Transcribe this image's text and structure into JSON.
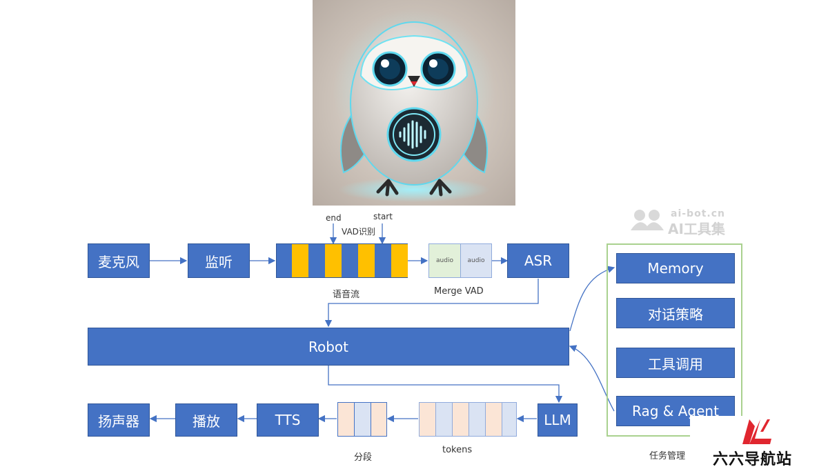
{
  "diagram": {
    "mic": "麦克风",
    "listen": "监听",
    "vad_end": "end",
    "vad_start": "start",
    "vad_title": "VAD识别",
    "stream_caption": "语音流",
    "merge_cells": [
      "audio",
      "audio"
    ],
    "merge_caption": "Merge VAD",
    "asr": "ASR",
    "robot": "Robot",
    "llm": "LLM",
    "tokens_caption": "tokens",
    "segment_caption": "分段",
    "tts": "TTS",
    "play": "播放",
    "speaker": "扬声器",
    "tasks": [
      "Memory",
      "对话策略",
      "工具调用",
      "Rag & Agent"
    ],
    "task_caption": "任务管理"
  },
  "watermarks": {
    "aibot_url": "ai-bot.cn",
    "aibot_name": "AI工具集",
    "site_name": "六六导航站"
  },
  "colors": {
    "box_blue": "#4472c4",
    "stream_yellow": "#ffc000",
    "token_pink": "#fbe5d6",
    "token_blue": "#dae3f3",
    "merge_green": "#e2f0d9",
    "group_border": "#a9d18e",
    "site_logo_red": "#e0262f"
  }
}
